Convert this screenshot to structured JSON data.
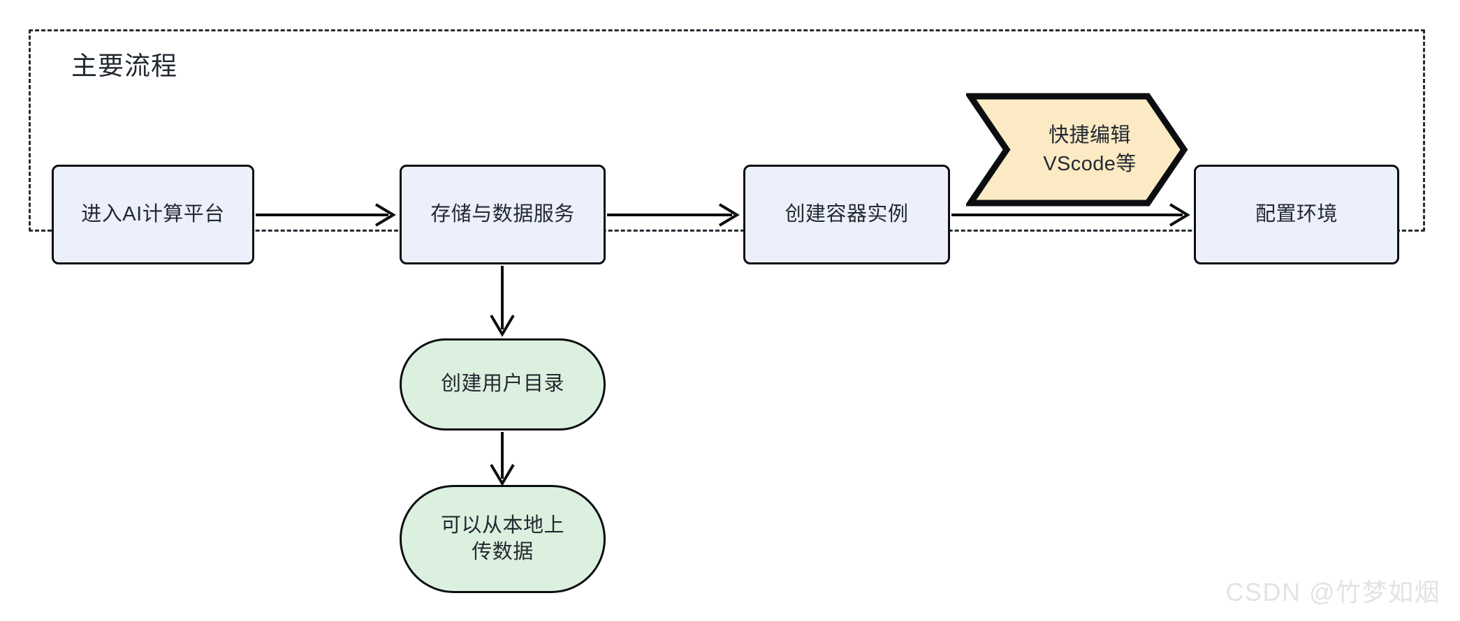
{
  "diagram": {
    "type": "flowchart",
    "direction": "left-to-right",
    "background": "#ffffff",
    "colors": {
      "process_fill": "#ecf0fb",
      "process_stroke": "#0b0d10",
      "stadium_fill": "#dbf0de",
      "stadium_stroke": "#0b0d10",
      "banner_fill": "#fbeac4",
      "banner_stroke": "#0b0d10",
      "edge_stroke": "#0b0d10",
      "container_stroke": "#262b33",
      "text": "#232931",
      "watermark": "#e3e3e5"
    }
  },
  "subgraph": {
    "title": "主要流程",
    "border_style": "dashed"
  },
  "nodes": [
    {
      "id": "enter",
      "label": "进入AI计算平台",
      "shape": "rect"
    },
    {
      "id": "storage",
      "label": "存储与数据服务",
      "shape": "rect"
    },
    {
      "id": "container",
      "label": "创建容器实例",
      "shape": "rect"
    },
    {
      "id": "config",
      "label": "配置环境",
      "shape": "rect"
    },
    {
      "id": "userdir",
      "label": "创建用户目录",
      "shape": "stadium"
    },
    {
      "id": "upload",
      "label": "可以从本地上\n传数据",
      "shape": "stadium"
    }
  ],
  "banner": {
    "shape": "chevron",
    "line1": "快捷编辑",
    "line2": "VScode等"
  },
  "edges": [
    {
      "from": "enter",
      "to": "storage",
      "direction": "right",
      "arrow": true
    },
    {
      "from": "storage",
      "to": "container",
      "direction": "right",
      "arrow": true
    },
    {
      "from": "container",
      "to": "config",
      "direction": "right",
      "arrow": true
    },
    {
      "from": "storage",
      "to": "userdir",
      "direction": "down",
      "arrow": true
    },
    {
      "from": "userdir",
      "to": "upload",
      "direction": "down",
      "arrow": true
    }
  ],
  "watermark": {
    "text": "CSDN @竹梦如烟"
  }
}
